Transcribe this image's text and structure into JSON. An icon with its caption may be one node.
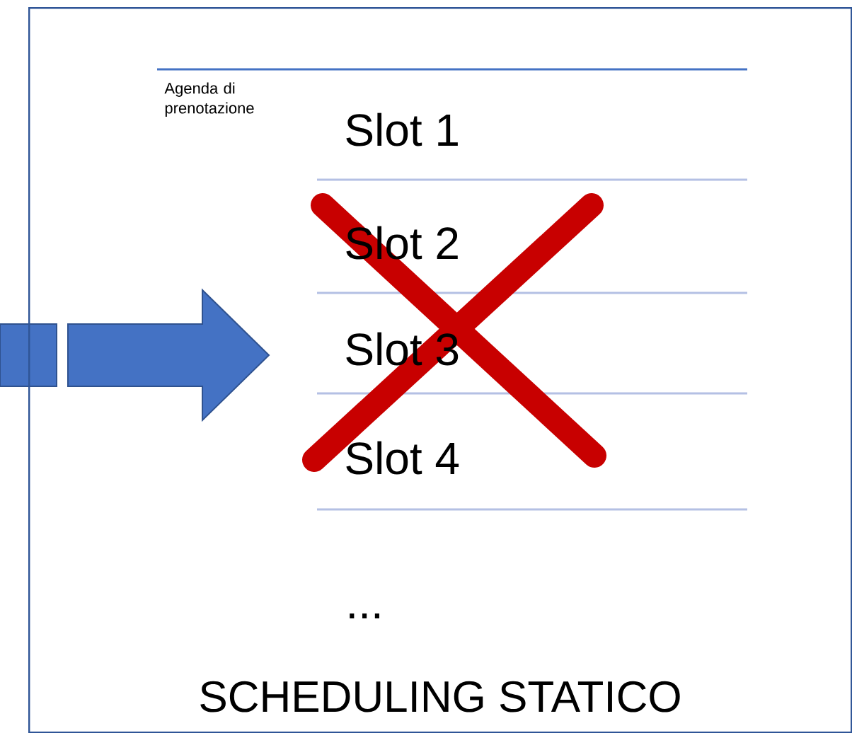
{
  "diagram": {
    "nodes": [
      {
        "text": [
          "SCHEDULING STATICO"
        ]
      }
    ],
    "labels": [
      "Agenda di prenotazione",
      "Slot 1",
      "Slot 2",
      "Slot 3",
      "Slot 4",
      "..."
    ]
  }
}
